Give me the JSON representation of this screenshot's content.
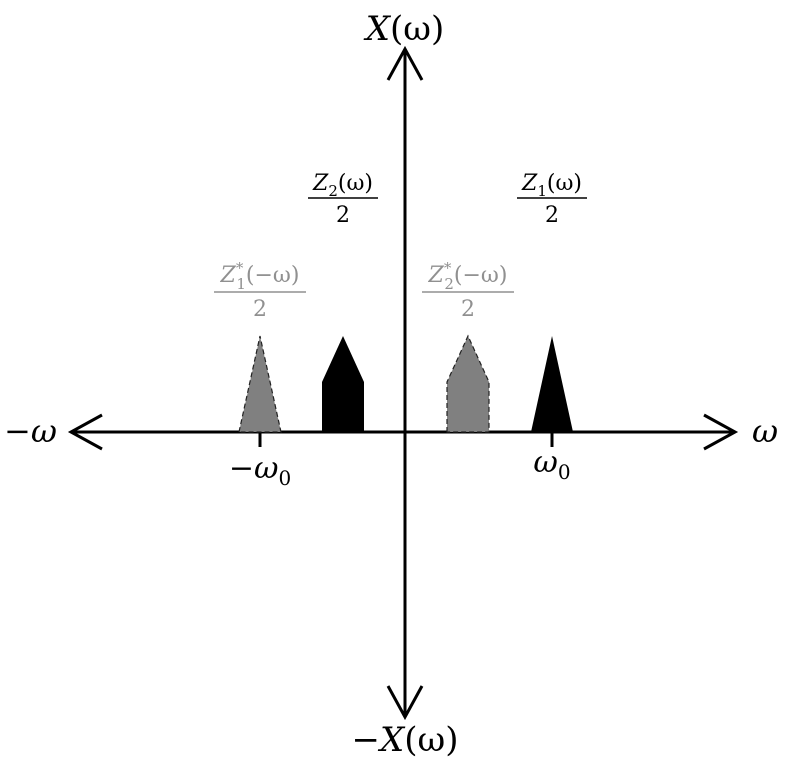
{
  "axes": {
    "y_top_label": {
      "base": "X",
      "arg": "(ω)"
    },
    "y_bottom_label": {
      "sign": "−",
      "base": "X",
      "arg": "(ω)"
    },
    "x_right_label": "ω",
    "x_left_label": "−ω"
  },
  "ticks": {
    "neg": {
      "sign": "−",
      "base": "ω",
      "sub": "0"
    },
    "pos": {
      "base": "ω",
      "sub": "0"
    }
  },
  "spectra": [
    {
      "name": "z1-conj-neg",
      "numerator": {
        "base": "Z",
        "sub": "1",
        "sup": "*",
        "arg": "(−ω)"
      },
      "denominator": "2"
    },
    {
      "name": "z2-pos",
      "numerator": {
        "base": "Z",
        "sub": "2",
        "sup": "",
        "arg": "(ω)"
      },
      "denominator": "2"
    },
    {
      "name": "z2-conj-neg",
      "numerator": {
        "base": "Z",
        "sub": "2",
        "sup": "*",
        "arg": "(−ω)"
      },
      "denominator": "2"
    },
    {
      "name": "z1-pos",
      "numerator": {
        "base": "Z",
        "sub": "1",
        "sup": "",
        "arg": "(ω)"
      },
      "denominator": "2"
    }
  ],
  "colors": {
    "ink": "#000000",
    "conjugate": "#808080",
    "conjugate_label": "#909090"
  }
}
